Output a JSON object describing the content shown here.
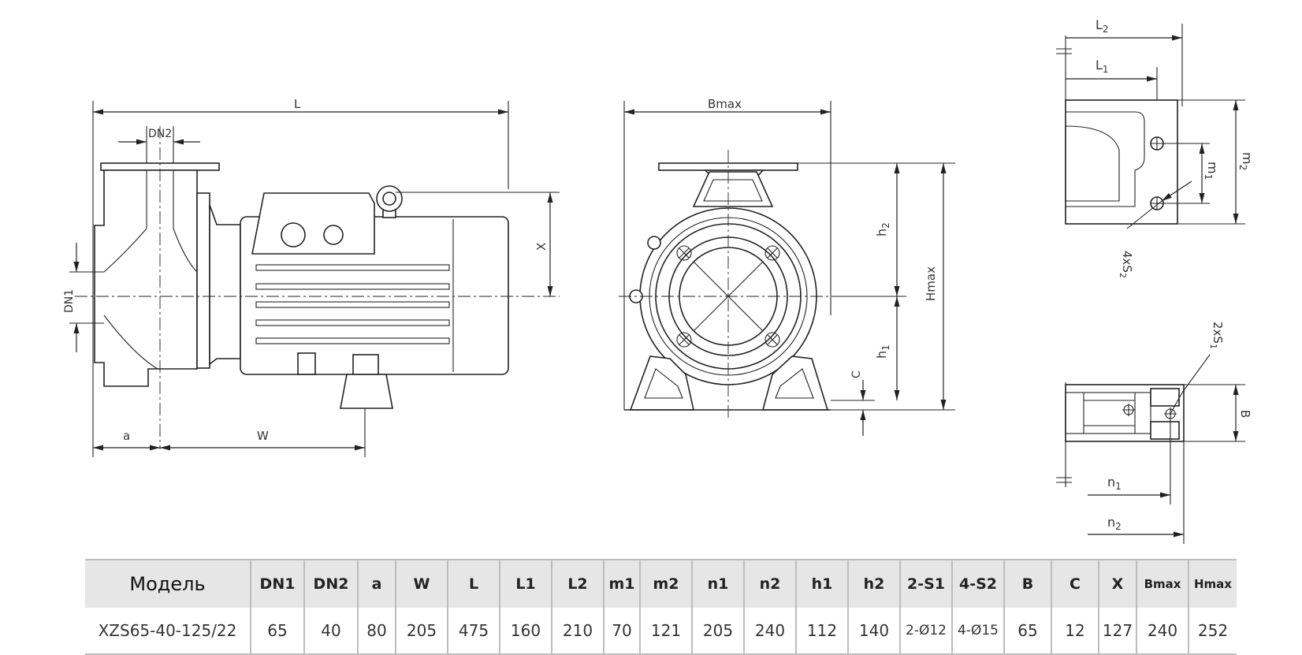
{
  "labels": {
    "L": "L",
    "DN2": "DN2",
    "DN1": "DN1",
    "X": "X",
    "a": "a",
    "W": "W",
    "Bmax": "Bmax",
    "h2": "h",
    "h2_sub": "2",
    "h1": "h",
    "h1_sub": "1",
    "C": "C",
    "Hmax": "Hmax",
    "L2": "L",
    "L2_sub": "2",
    "L1": "L",
    "L1_sub": "1",
    "m2": "m",
    "m2_sub": "2",
    "m1": "m",
    "m1_sub": "1",
    "fourS2": "4xS",
    "fourS2_sub": "2",
    "twoS1": "2xS",
    "twoS1_sub": "1",
    "B": "B",
    "n1": "n",
    "n1_sub": "1",
    "n2": "n",
    "n2_sub": "2"
  },
  "table": {
    "headers": [
      "Модель",
      "DN1",
      "DN2",
      "a",
      "W",
      "L",
      "L1",
      "L2",
      "m1",
      "m2",
      "n1",
      "n2",
      "h1",
      "h2",
      "2-S1",
      "4-S2",
      "B",
      "C",
      "X",
      "Bmax",
      "Hmax"
    ],
    "row": [
      "XZS65-40-125/22",
      "65",
      "40",
      "80",
      "205",
      "475",
      "160",
      "210",
      "70",
      "121",
      "205",
      "240",
      "112",
      "140",
      "2-Ø12",
      "4-Ø15",
      "65",
      "12",
      "127",
      "240",
      "252"
    ]
  }
}
